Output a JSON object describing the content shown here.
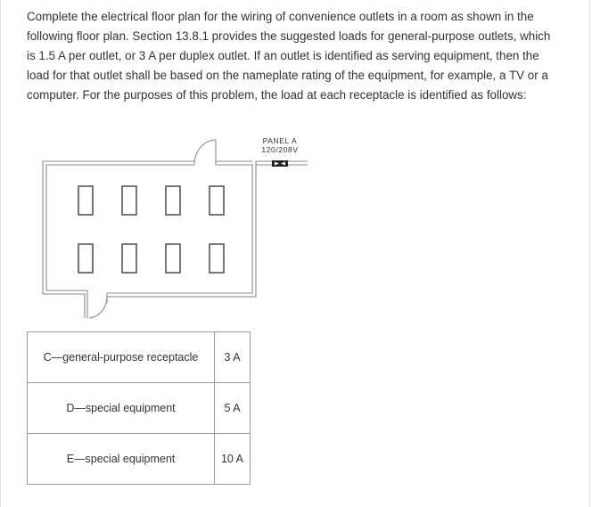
{
  "problem": {
    "text": "Complete the electrical floor plan for the wiring of convenience outlets in a room as shown in the following floor plan. Section 13.8.1 provides the suggested loads for general-purpose outlets, which is 1.5 A per outlet, or 3 A per duplex outlet. If an outlet is identified as serving equipment, then the load for that outlet shall be based on the nameplate rating of the equipment, for example, a TV or a computer. For the purposes of this problem, the load at each receptacle is identified as follows:"
  },
  "floor_plan": {
    "panel": {
      "name": "PANEL A",
      "voltage": "120/208V"
    },
    "desks_per_row": 4,
    "rows": 2,
    "doors": 2
  },
  "load_table": {
    "rows": [
      {
        "description": "C—general-purpose receptacle",
        "load": "3 A"
      },
      {
        "description": "D—special equipment",
        "load": "5 A"
      },
      {
        "description": "E—special equipment",
        "load": "10 A"
      }
    ]
  }
}
